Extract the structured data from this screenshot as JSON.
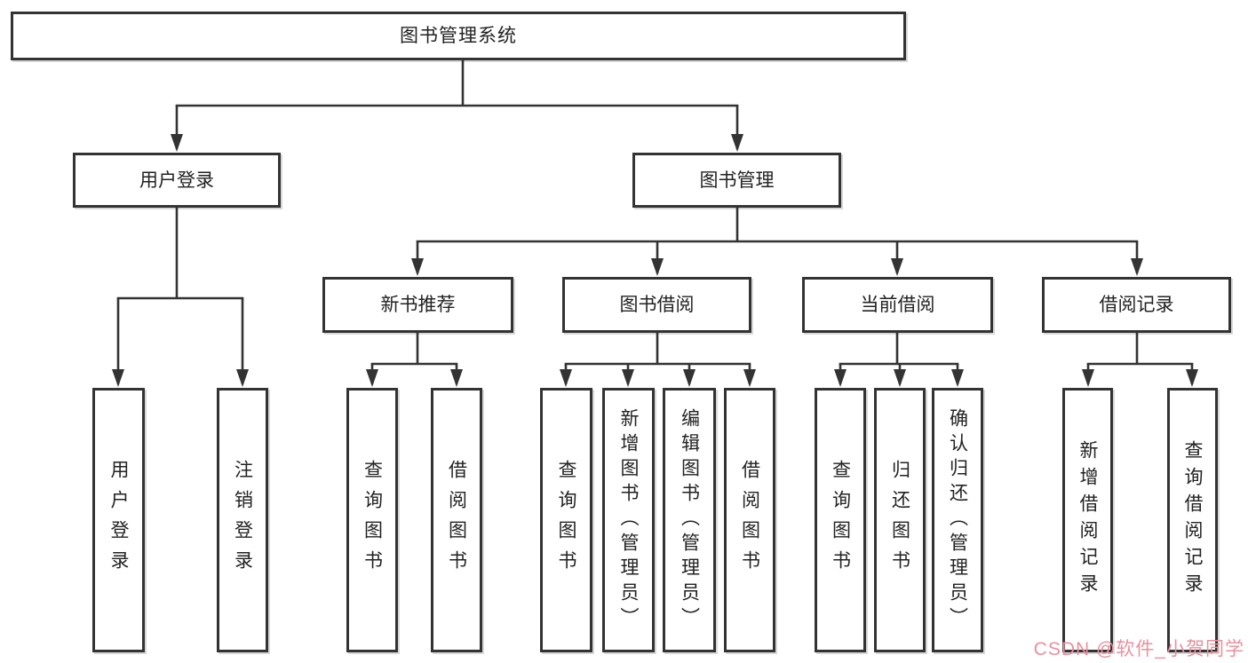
{
  "tree": {
    "label": "图书管理系统",
    "children": [
      {
        "label": "用户登录",
        "children": [
          {
            "label": "用户登录"
          },
          {
            "label": "注销登录"
          }
        ]
      },
      {
        "label": "图书管理",
        "children": [
          {
            "label": "新书推荐",
            "children": [
              {
                "label": "查询图书"
              },
              {
                "label": "借阅图书"
              }
            ]
          },
          {
            "label": "图书借阅",
            "children": [
              {
                "label": "查询图书"
              },
              {
                "label": "新增图书（管理员）"
              },
              {
                "label": "编辑图书（管理员）"
              },
              {
                "label": "借阅图书"
              }
            ]
          },
          {
            "label": "当前借阅",
            "children": [
              {
                "label": "查询图书"
              },
              {
                "label": "归还图书"
              },
              {
                "label": "确认归还（管理员）"
              }
            ]
          },
          {
            "label": "借阅记录",
            "children": [
              {
                "label": "新增借阅记录"
              },
              {
                "label": "查询借阅记录"
              }
            ]
          }
        ]
      }
    ]
  },
  "watermark": "CSDN @软件_小贺同学",
  "colors": {
    "line": "#333333",
    "box_border": "#333333",
    "box_background": "#ffffff",
    "text": "#222222",
    "watermark": "#ec8f9e",
    "page_background": "#ffffff"
  }
}
